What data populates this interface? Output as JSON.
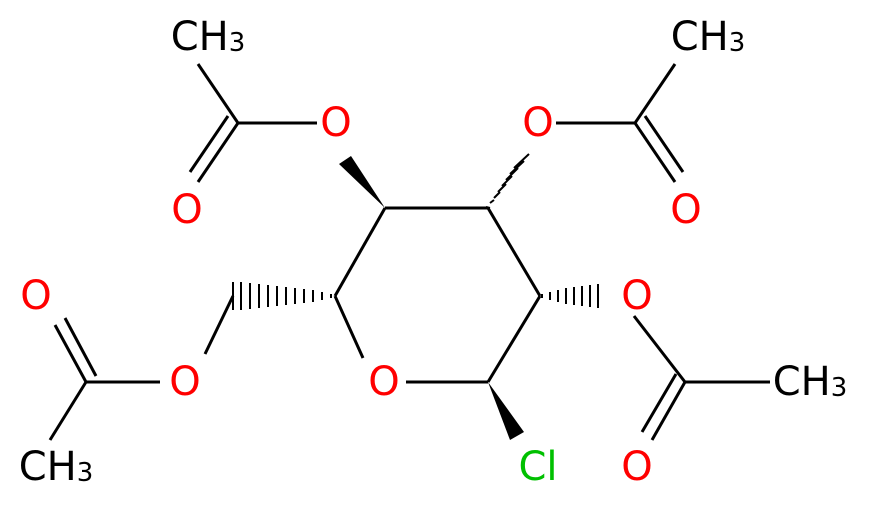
{
  "colors": {
    "bond": "#000000",
    "oxygen": "#ff0000",
    "chlorine": "#00c000",
    "carbon": "#000000"
  },
  "atoms": {
    "ring_o": "O",
    "o_top_left": "O",
    "o_top_right": "O",
    "o_right": "O",
    "o_bottom_left": "O",
    "carbonyl_o_top_left": "O",
    "carbonyl_o_top_right": "O",
    "carbonyl_o_bottom_right": "O",
    "carbonyl_o_left": "O",
    "chlorine": "Cl",
    "methyl_main": "CH",
    "methyl_sub": "3"
  }
}
